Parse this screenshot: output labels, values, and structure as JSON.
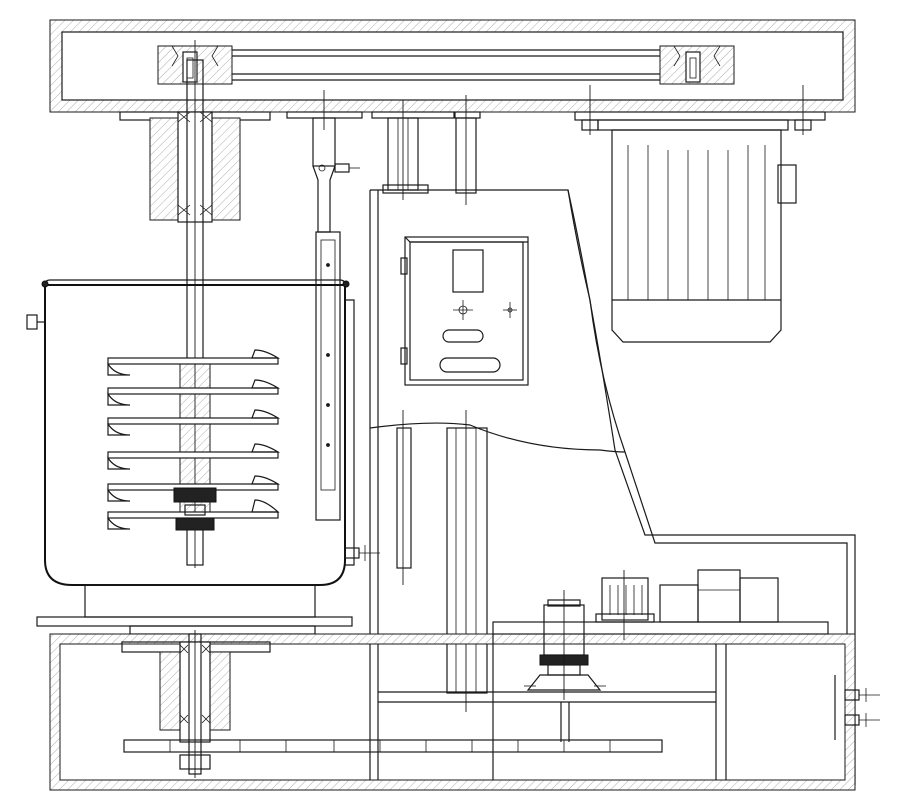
{
  "drawing": {
    "view": "mechanical-section",
    "colors": {
      "line": "#1a1a1a",
      "background": "#ffffff",
      "hatch": "#888888"
    },
    "components": [
      {
        "id": "top-frame",
        "icon": "hatched-beam"
      },
      {
        "id": "belt-pulleys",
        "icon": "pulley-pair"
      },
      {
        "id": "upper-bearing-housing",
        "icon": "hatched-housing"
      },
      {
        "id": "main-shaft",
        "icon": "shaft"
      },
      {
        "id": "mixing-vessel",
        "icon": "tank"
      },
      {
        "id": "agitator-blades",
        "icon": "blade-stack",
        "count": 6
      },
      {
        "id": "control-box",
        "icon": "electrical-cabinet"
      },
      {
        "id": "top-motor",
        "icon": "motor"
      },
      {
        "id": "lift-column",
        "icon": "column"
      },
      {
        "id": "base-frame",
        "icon": "hatched-base"
      },
      {
        "id": "lower-bearing-housing",
        "icon": "hatched-housing"
      },
      {
        "id": "turntable-disc",
        "icon": "disc"
      },
      {
        "id": "small-motors",
        "icon": "motor",
        "count": 3
      },
      {
        "id": "side-valves",
        "icon": "valve",
        "count": 2
      }
    ]
  }
}
